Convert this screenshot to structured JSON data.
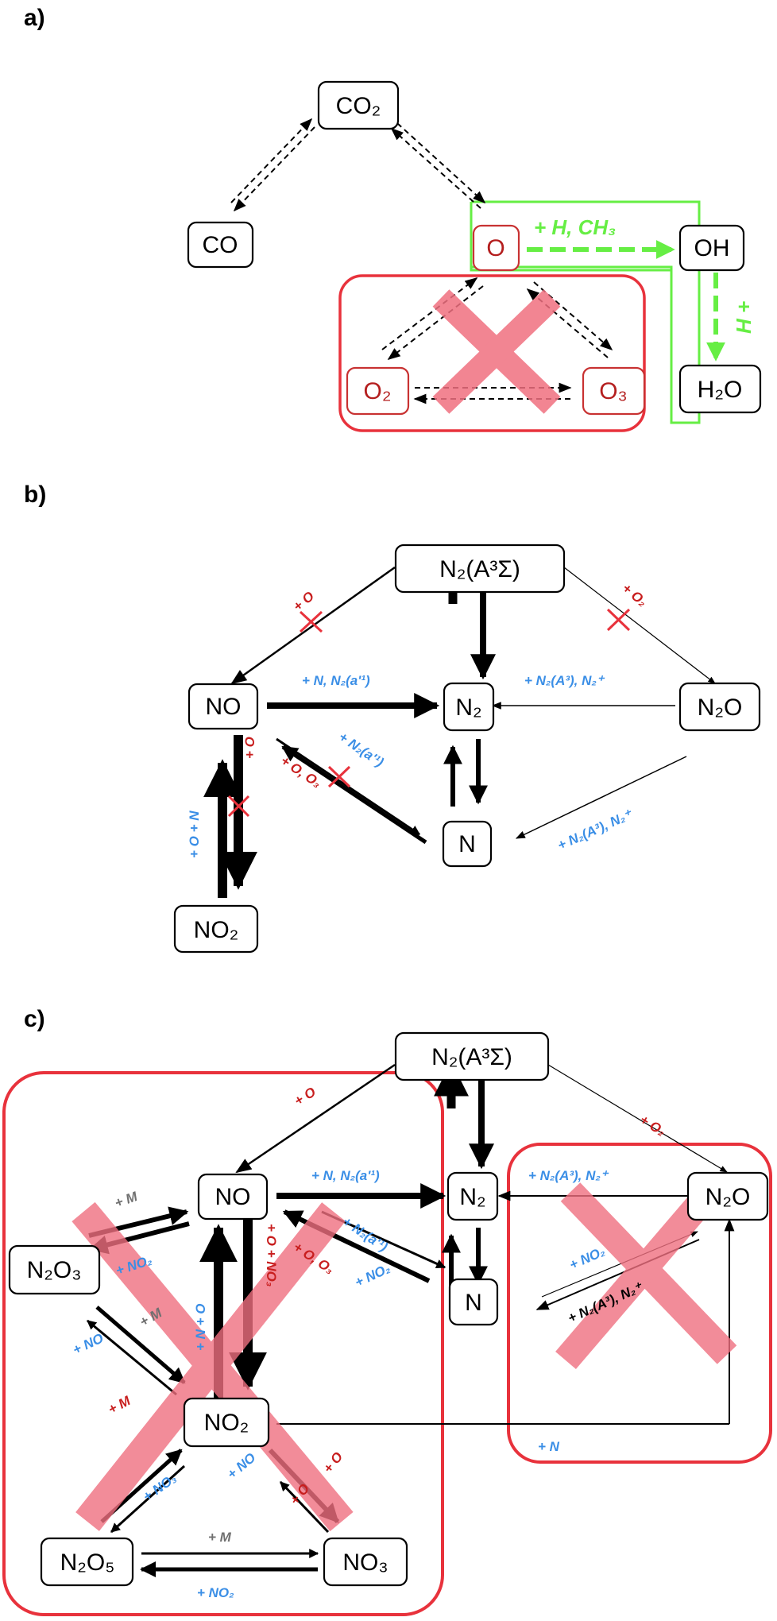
{
  "colors": {
    "red_box": "#e8323c",
    "cross": "#f07080",
    "green": "#66ee44",
    "blue_label": "#3a8ee6",
    "red_label": "#c81e1e",
    "gray_label": "#707070"
  },
  "panel_a": {
    "label": "a)",
    "nodes": {
      "co2": "CO₂",
      "co": "CO",
      "o": "O",
      "oh": "OH",
      "h2o": "H₂O",
      "o2": "O₂",
      "o3": "O₃"
    },
    "labels": {
      "h_ch3": "+ H, CH₃",
      "h_plus": "H +"
    }
  },
  "panel_b": {
    "label": "b)",
    "nodes": {
      "n2a": "N₂(A³Σ)",
      "no": "NO",
      "n2": "N₂",
      "n2o": "N₂O",
      "n": "N",
      "no2": "NO₂"
    },
    "labels": {
      "plus_o": "+ O",
      "plus_o2": "+ O₂",
      "n_n2a1": "+ N, N₂(a'¹)",
      "n2a3_n2plus_top": "+ N₂(A³), N₂⁺",
      "n2a1": "+ N₂(a'¹)",
      "o_o3": "+ O, O₃",
      "o_n_vertical": "+ O + N",
      "plus_o_vertical": "+ O",
      "n2a3_n2plus_bottom": "+ N₂(A³), N₂⁺"
    }
  },
  "panel_c": {
    "label": "c)",
    "nodes": {
      "n2a": "N₂(A³Σ)",
      "no": "NO",
      "n2": "N₂",
      "n2o": "N₂O",
      "n2o3": "N₂O₃",
      "n": "N",
      "no2": "NO₂",
      "n2o5": "N₂O₅",
      "no3": "NO₃"
    },
    "labels": {
      "plus_o": "+ O",
      "plus_o2": "+ O₂",
      "n_n2a1": "+ N, N₂(a'¹)",
      "n2a3_n2plus_top": "+ N₂(A³), N₂⁺",
      "m_top": "+ M",
      "no2_left": "+ NO₂",
      "n_o_vertical": "+ N + O",
      "o_no3_vertical": "+ O + NO₃",
      "n2a1": "+ N₂(a'¹)",
      "o_o3": "+ O, O₃",
      "no2_mid": "+ NO₂",
      "m_mid": "+ M",
      "no_left": "+ NO",
      "m_low": "+ M",
      "no2_right": "+ NO₂",
      "n2a3_n2plus_right": "+ N₂(A³), N₂⁺",
      "plus_n": "+ N",
      "no3_label": "+ NO₃",
      "no_label": "+ NO",
      "o_right": "+ O",
      "o_right2": "+ O",
      "m_bottom": "+ M",
      "no2_bottom": "+ NO₂"
    }
  }
}
